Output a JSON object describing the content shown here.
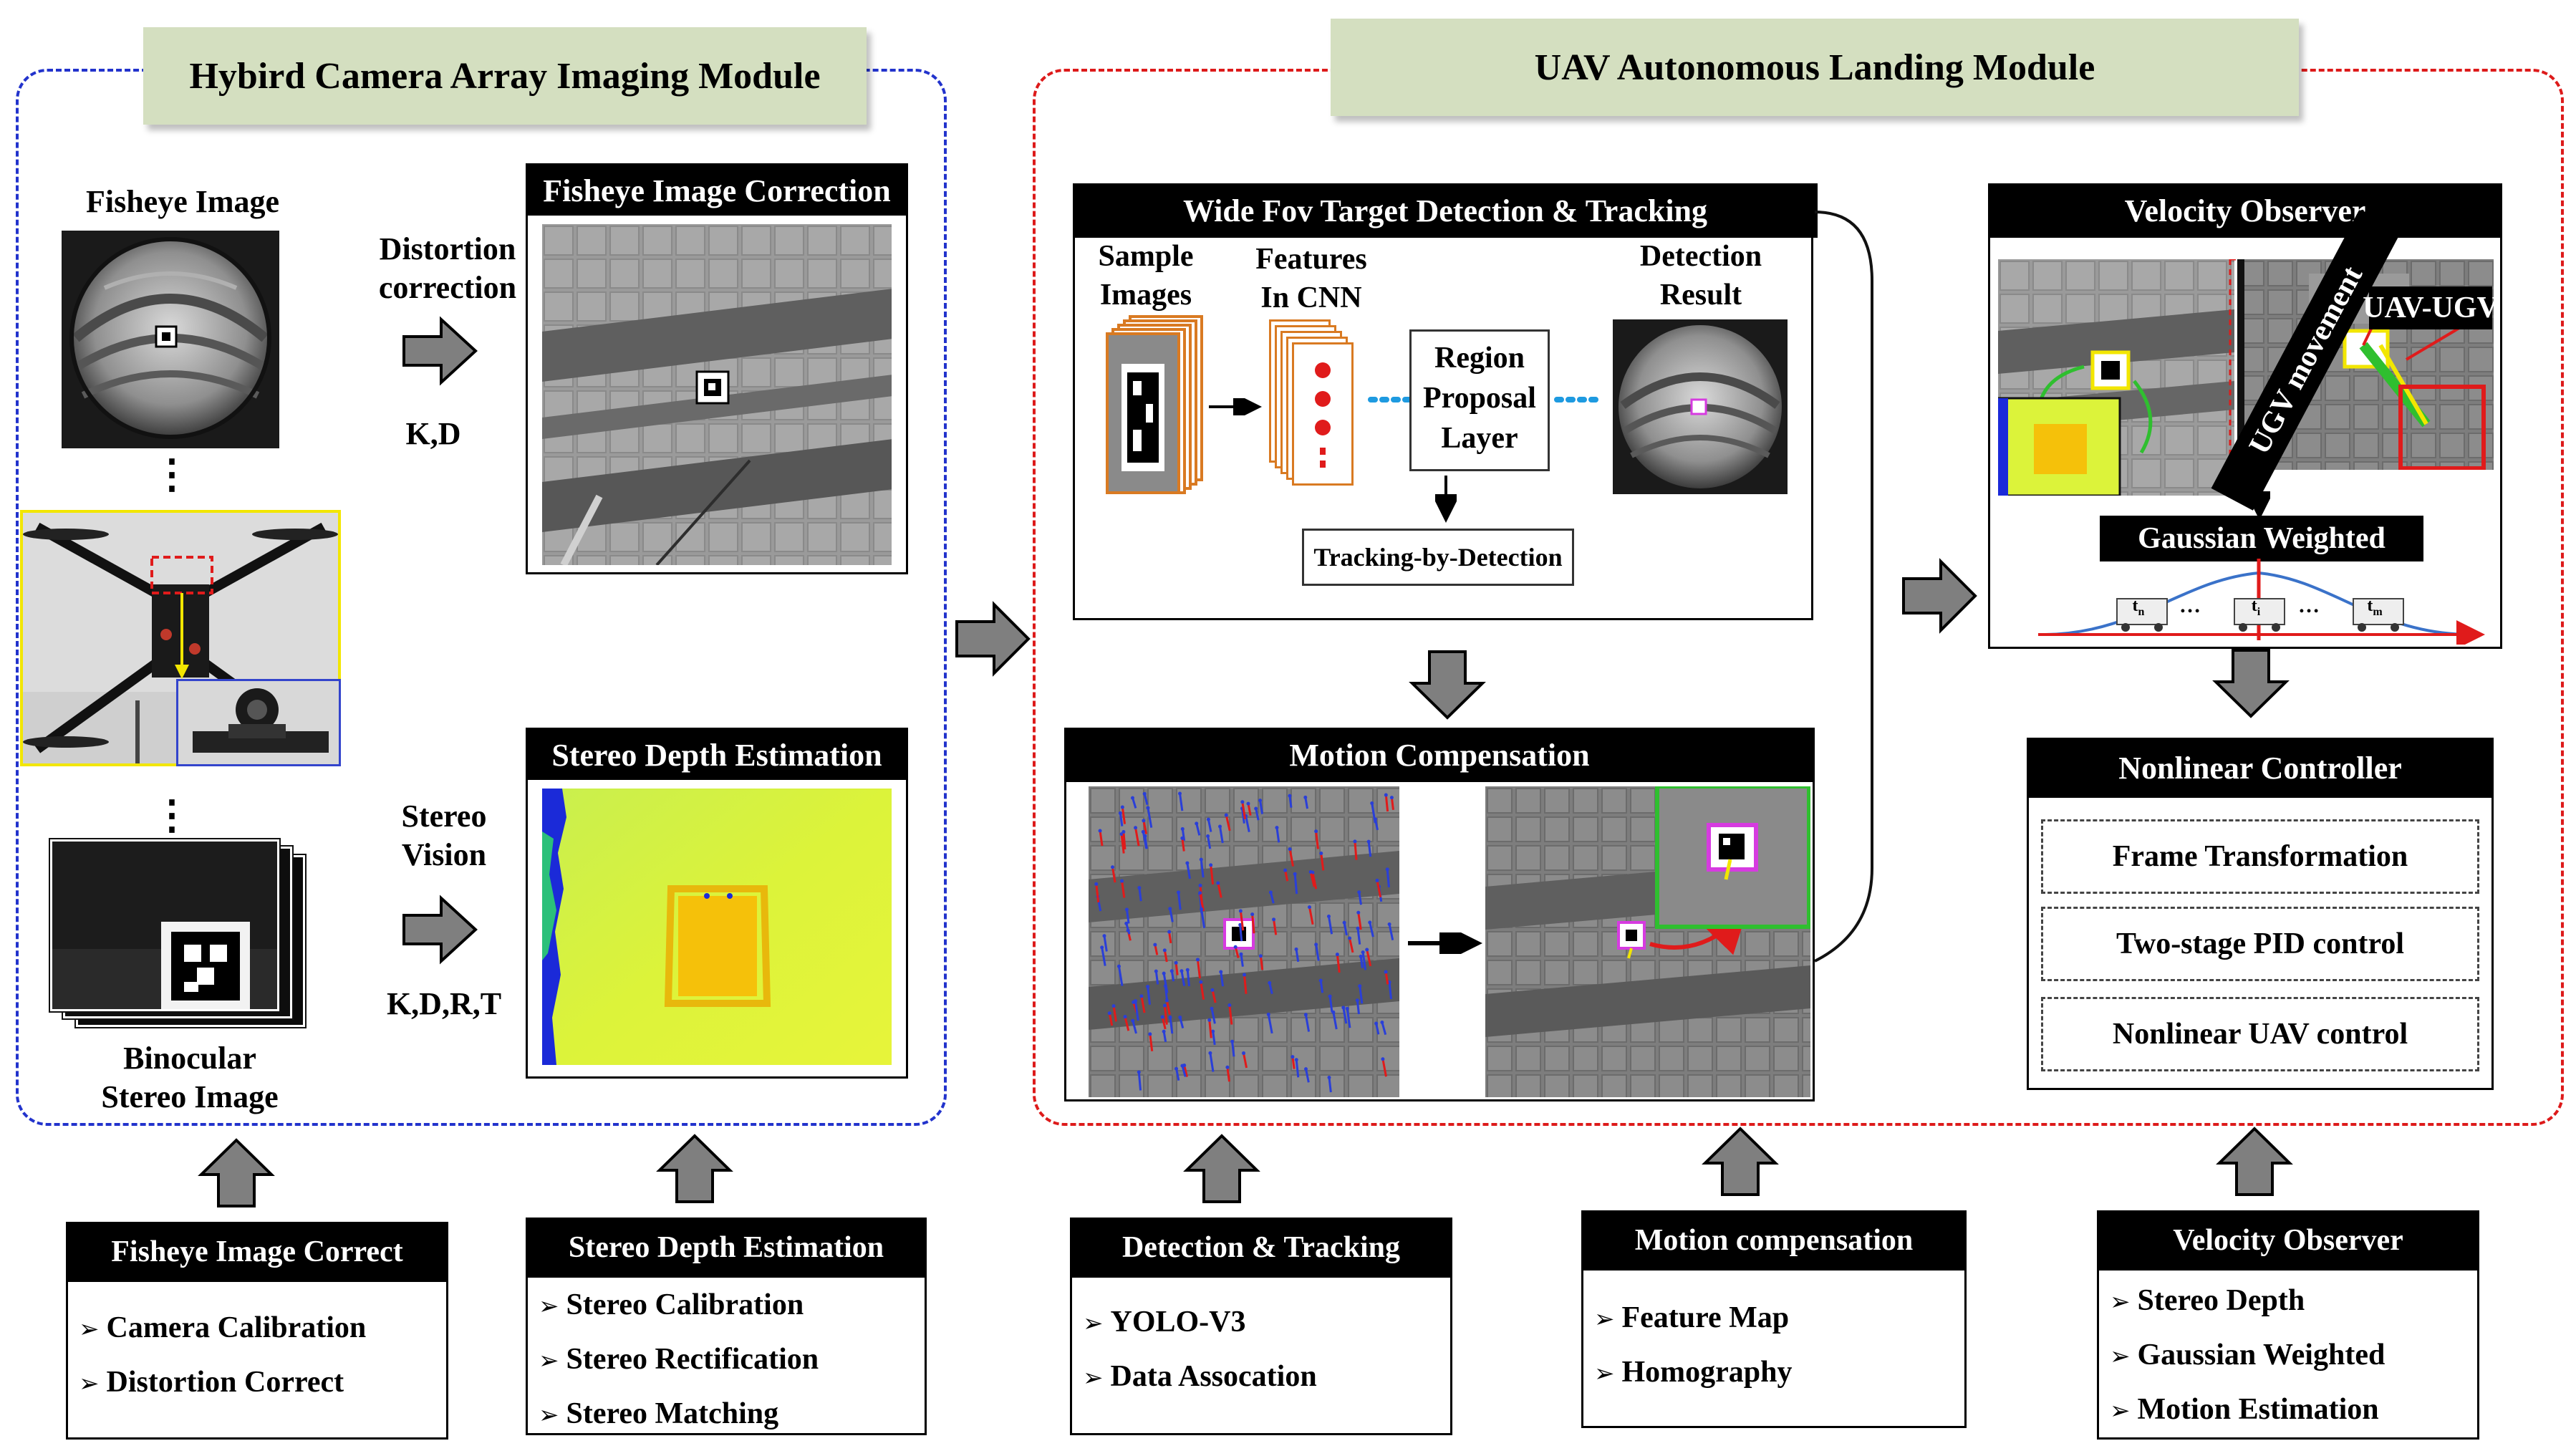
{
  "left_module": {
    "title": "Hybird Camera Array Imaging Module",
    "fisheye_label": "Fisheye Image",
    "dots": "⋮",
    "binocular_label_1": "Binocular",
    "binocular_label_2": "Stereo Image",
    "distortion_label_1": "Distortion",
    "distortion_label_2": "correction",
    "kd_label": "K,D",
    "stereo_label_1": "Stereo",
    "stereo_label_2": "Vision",
    "kdrt_label": "K,D,R,T",
    "fisheye_correction_title": "Fisheye Image Correction",
    "stereo_depth_title": "Stereo Depth  Estimation"
  },
  "right_module": {
    "title": "UAV Autonomous Landing Module",
    "detection": {
      "title": "Wide Fov Target Detection & Tracking",
      "sample_1": "Sample",
      "sample_2": "Images",
      "features_1": "Features",
      "features_2": "In CNN",
      "region_1": "Region",
      "region_2": "Proposal",
      "region_3": "Layer",
      "result_1": "Detection",
      "result_2": "Result",
      "tracking": "Tracking-by-Detection"
    },
    "motion": {
      "title": "Motion Compensation"
    },
    "velocity": {
      "title": "Velocity Observer",
      "ugv_movement": "UGV movement",
      "uav_ugv": "UAV-UGV",
      "gaussian": "Gaussian Weighted",
      "t_n": "t",
      "t_n_sub": "n",
      "t_i": "t",
      "t_i_sub": "i",
      "t_m": "t",
      "t_m_sub": "m",
      "ellipsis": "…"
    },
    "controller": {
      "title": "Nonlinear Controller",
      "items": [
        "Frame Transformation",
        "Two-stage PID control",
        "Nonlinear UAV control"
      ]
    }
  },
  "bottom_boxes": [
    {
      "title": "Fisheye Image Correct",
      "items": [
        "Camera Calibration",
        "Distortion Correct"
      ]
    },
    {
      "title": "Stereo Depth  Estimation",
      "items": [
        "Stereo Calibration",
        "Stereo Rectification",
        "Stereo Matching"
      ]
    },
    {
      "title": "Detection & Tracking",
      "items": [
        "YOLO-V3",
        "Data Assocation"
      ]
    },
    {
      "title": "Motion compensation",
      "items": [
        "Feature Map",
        "Homography"
      ]
    },
    {
      "title": "Velocity Observer",
      "items": [
        "Stereo Depth",
        "Gaussian Weighted",
        "Motion Estimation"
      ]
    }
  ],
  "bullet_glyph": "➢",
  "colors": {
    "blue_border": "#2233cc",
    "red_border": "#dd1a1a",
    "banner_bg": "#d4dfc0",
    "arrow_gray": "#7f7f7f",
    "depth_yellow": "#d9f23a",
    "depth_orange": "#f5c10a",
    "gaussian_curve": "#3a72c9"
  }
}
